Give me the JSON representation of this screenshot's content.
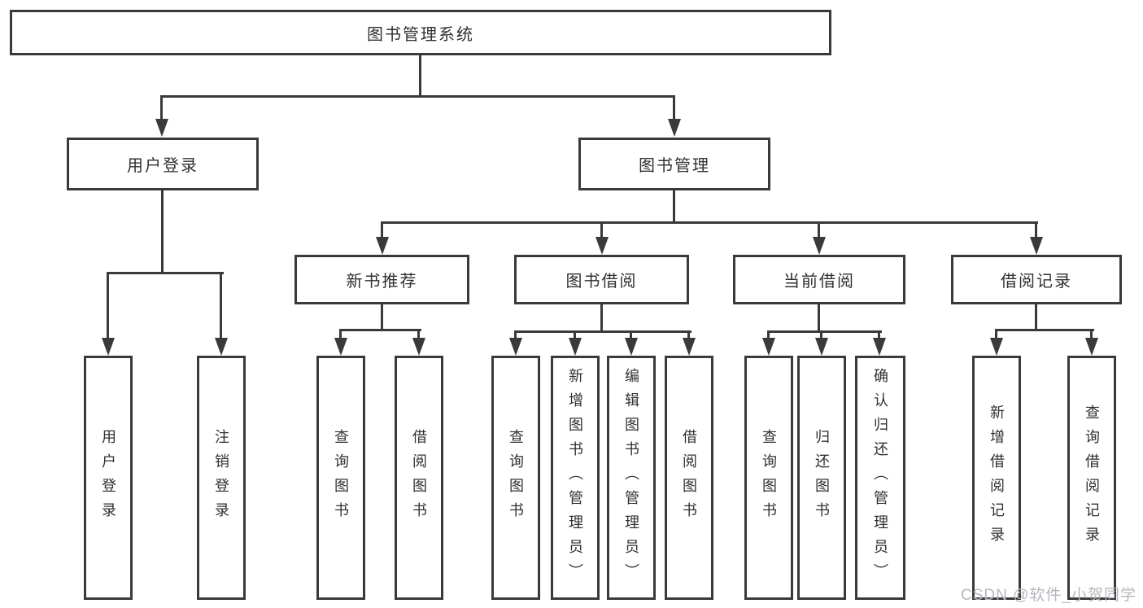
{
  "nodes": {
    "root": "图书管理系统",
    "user_login": "用户登录",
    "book_mgmt": "图书管理",
    "new_books": "新书推荐",
    "book_borrow": "图书借阅",
    "current_borrow": "当前借阅",
    "borrow_records": "借阅记录",
    "leaves_user_login": [
      "用户登录",
      "注销登录"
    ],
    "leaves_new_books": [
      "查询图书",
      "借阅图书"
    ],
    "leaves_book_borrow": [
      "查询图书",
      "新增图书（管理员）",
      "编辑图书（管理员）",
      "借阅图书"
    ],
    "leaves_current_borrow": [
      "查询图书",
      "归还图书",
      "确认归还（管理员）"
    ],
    "leaves_borrow_records": [
      "新增借阅记录",
      "查询借阅记录"
    ]
  },
  "watermark": "CSDN @软件_小贺同学",
  "colors": {
    "line": "#3a3a3a",
    "text": "#303030",
    "watermark": "#b4b8bd",
    "background": "#ffffff"
  }
}
